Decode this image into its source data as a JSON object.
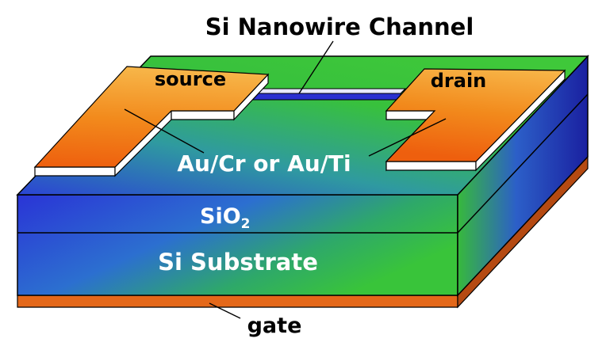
{
  "labels": {
    "channel": "Si Nanowire Channel",
    "source": "source",
    "drain": "drain",
    "contacts": "Au/Cr or Au/Ti",
    "oxide_base": "SiO",
    "oxide_sub": "2",
    "substrate": "Si Substrate",
    "gate": "gate"
  },
  "colors": {
    "green": "#36c23a",
    "blue": "#2e36d8",
    "dark_blue": "#1b1f9a",
    "electrode_orange": "#f07f12",
    "electrode_light": "#f6b24a",
    "gate_orange": "#e66612",
    "outline": "#000000",
    "text_dark": "#000000",
    "text_light": "#ffffff"
  }
}
